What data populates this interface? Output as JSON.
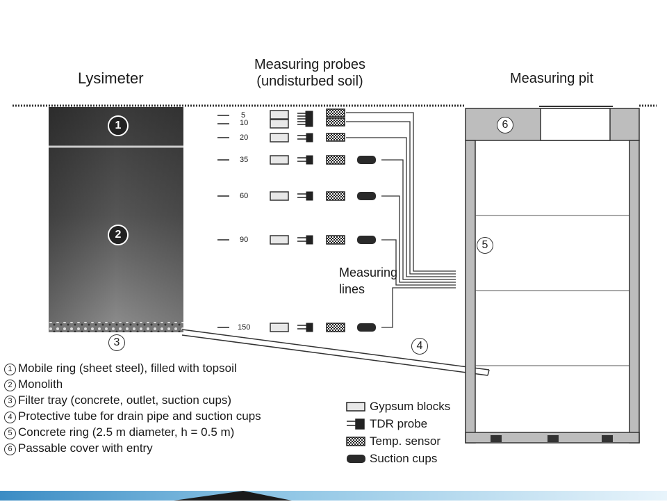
{
  "titles": {
    "lysimeter": "Lysimeter",
    "probes_line1": "Measuring probes",
    "probes_line2": "(undisturbed soil)",
    "pit": "Measuring pit",
    "lines_line1": "Measuring",
    "lines_line2": "lines"
  },
  "depths": [
    "5",
    "10",
    "20",
    "35",
    "60",
    "90",
    "150"
  ],
  "markers": [
    "1",
    "2",
    "3",
    "4",
    "5",
    "6"
  ],
  "key": [
    {
      "num": "1",
      "text": "Mobile ring (sheet steel), filled with topsoil"
    },
    {
      "num": "2",
      "text": "Monolith"
    },
    {
      "num": "3",
      "text": "Filter tray (concrete, outlet, suction cups)"
    },
    {
      "num": "4",
      "text": "Protective tube for drain pipe and suction cups"
    },
    {
      "num": "5",
      "text": "Concrete ring (2.5 m diameter, h = 0.5 m)"
    },
    {
      "num": "6",
      "text": "Passable cover with entry"
    }
  ],
  "legend": {
    "gypsum": "Gypsum blocks",
    "tdr": "TDR probe",
    "temp": "Temp. sensor",
    "suction": "Suction cups"
  }
}
